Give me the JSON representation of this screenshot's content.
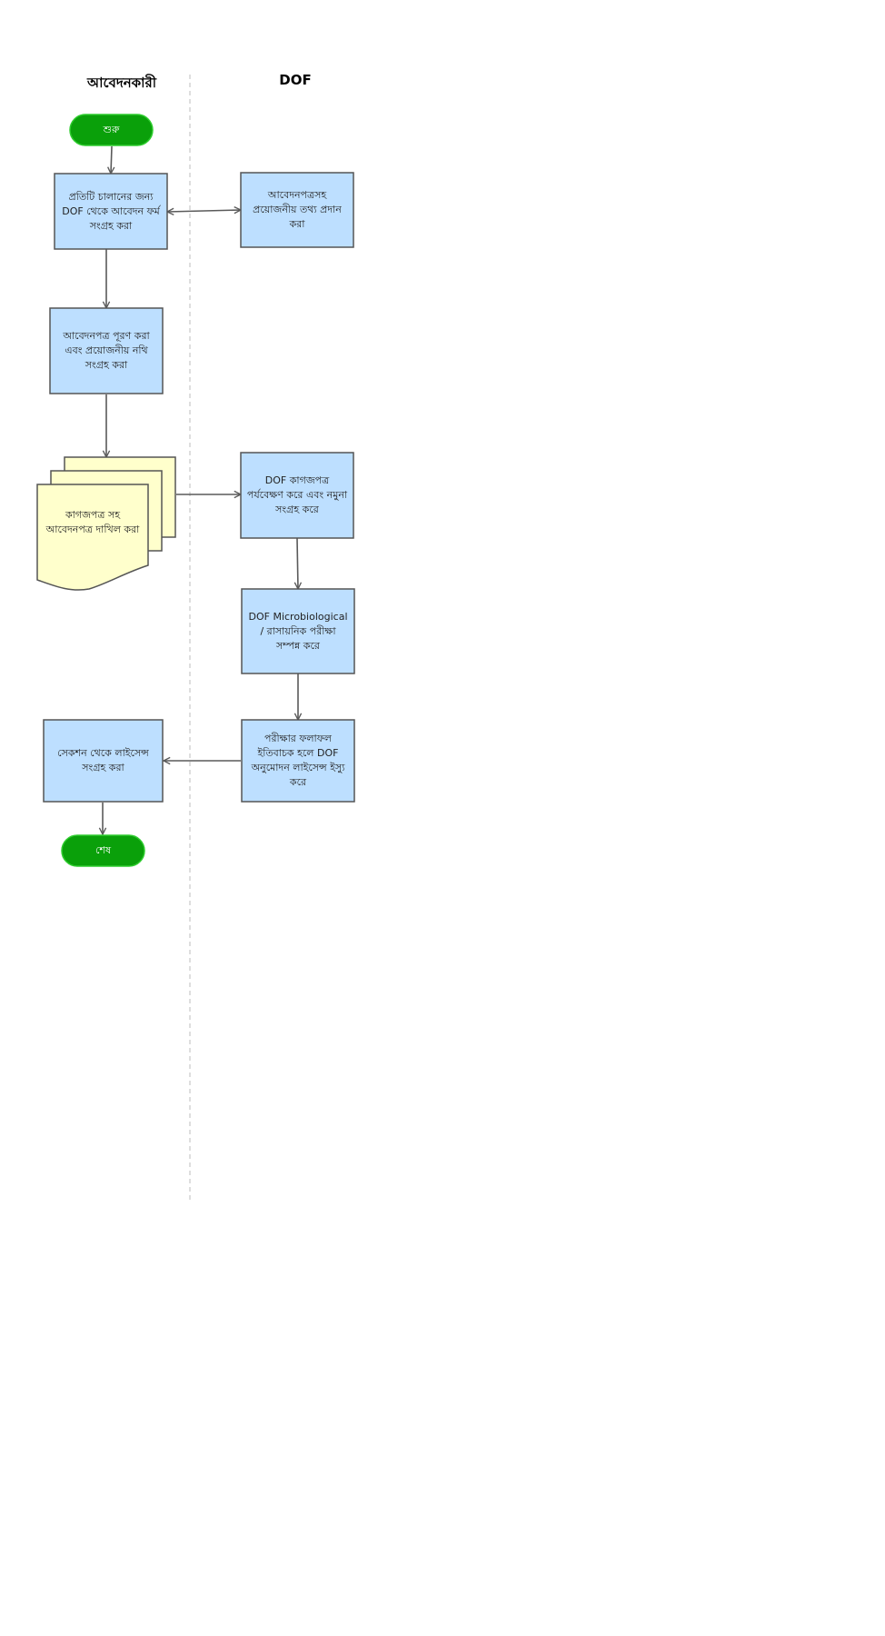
{
  "colors": {
    "terminal_fill": "#0aa00a",
    "terminal_stroke": "#2ecc2e",
    "process_fill": "#bddfff",
    "document_fill": "#ffffcc",
    "stroke": "#555555",
    "arrow": "#5a5a5a",
    "lane_divider": "#c8c8c8"
  },
  "lanes": {
    "applicant": "আবেদনকারী",
    "dof": "DOF"
  },
  "nodes": {
    "start": {
      "label": "শুরু",
      "shape": "terminal"
    },
    "collect_form": {
      "label": "প্রতিটি চালানের জন্য DOF থেকে আবেদন ফর্ম সংগ্রহ করা",
      "shape": "process"
    },
    "provide_form": {
      "label": "আবেদনপত্রসহ প্রয়োজনীয় তথ্য প্রদান করা",
      "shape": "process"
    },
    "fill_form": {
      "label": "আবেদনপত্র পূরণ করা এবং প্রয়োজনীয় নথি সংগ্রহ করা",
      "shape": "process"
    },
    "submit_docs": {
      "label": "কাগজপত্র সহ আবেদনপত্র দাখিল করা",
      "shape": "multi-document"
    },
    "review_sample": {
      "label": "DOF কাগজপত্র পর্যবেক্ষণ করে এবং নমুনা সংগ্রহ করে",
      "shape": "process"
    },
    "lab_test": {
      "label": "DOF Microbiological / রাসায়নিক পরীক্ষা সম্পন্ন করে",
      "shape": "process"
    },
    "issue_license": {
      "label": "পরীক্ষার ফলাফল ইতিবাচক হলে DOF অনুমোদন লাইসেন্স ইস্যু করে",
      "shape": "process"
    },
    "collect_license": {
      "label": "সেকশন থেকে লাইসেন্স সংগ্রহ করা",
      "shape": "process"
    },
    "end": {
      "label": "শেষ",
      "shape": "terminal"
    }
  },
  "connections": [
    {
      "from": "start",
      "to": "collect_form"
    },
    {
      "from": "collect_form",
      "to": "provide_form",
      "bidirectional": true
    },
    {
      "from": "collect_form",
      "to": "fill_form"
    },
    {
      "from": "fill_form",
      "to": "submit_docs"
    },
    {
      "from": "submit_docs",
      "to": "review_sample"
    },
    {
      "from": "review_sample",
      "to": "lab_test"
    },
    {
      "from": "lab_test",
      "to": "issue_license"
    },
    {
      "from": "issue_license",
      "to": "collect_license"
    },
    {
      "from": "collect_license",
      "to": "end"
    }
  ]
}
